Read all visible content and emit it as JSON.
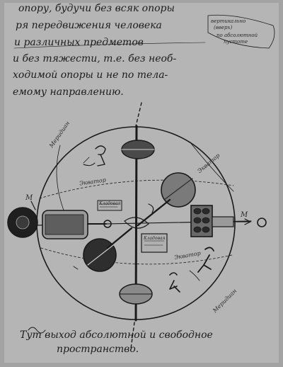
{
  "text_lines": [
    "опору, будучи без всяк опоры",
    "ря передвижения человека",
    "и различных предметов",
    "и без тяжести, т.е. без необ-",
    "ходимой опоры и не по тела-",
    "емому направлению."
  ],
  "margin_note": {
    "line1": "вертикально",
    "line2": "(вверх)",
    "line3": "по абсолютной",
    "line4": "пустоте"
  },
  "caption": {
    "line1": "Тут выход абсолютной и свободное",
    "line2": "пространство."
  },
  "figure_labels": {
    "meridian_left": "Меридиан",
    "equator_upper": "Экватор",
    "equator_right": "Экватор",
    "equator_lower": "Экватор",
    "meridian_right": "Меридиан",
    "box_upper": "Кладовая",
    "box_middle": "Кладовая",
    "letter_left": "М",
    "letter_right": "М"
  }
}
